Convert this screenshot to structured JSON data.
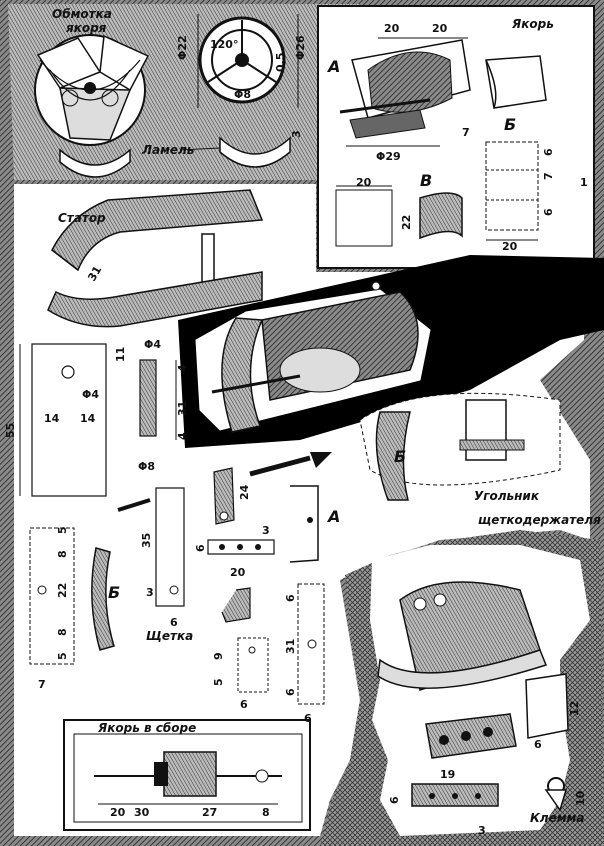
{
  "labels": {
    "winding": [
      "Обмотка",
      "якоря"
    ],
    "lamel": "Ламель",
    "yakor": "Якорь",
    "stator": "Статор",
    "ugolnik": [
      "Угольник",
      "щеткодержателя"
    ],
    "shchetka": "Щетка",
    "yakor_assembled": "Якорь в сборе",
    "klemma": "Клемма"
  },
  "letters": {
    "A": "А",
    "B": "Б",
    "V": "В"
  },
  "dims": {
    "d22": "Φ22",
    "d26": "Φ26",
    "a120": "120°",
    "d8": "Φ8",
    "v05": "0,5",
    "v3": "3",
    "y20a": "20",
    "y20b": "20",
    "d29": "Φ29",
    "v7": "7",
    "v6": "6",
    "v7b": "7",
    "v1": "1",
    "v6b": "6",
    "b20": "20",
    "b20w": "20",
    "v22": "22",
    "s31": "31",
    "d4": "Φ4",
    "d4b": "Φ4",
    "v11": "11",
    "h55": "55",
    "v14a": "14",
    "v14b": "14",
    "sp31": "31",
    "sp4": "4",
    "sp4b": "4",
    "sp8": "Φ8",
    "b5a": "5",
    "b8a": "8",
    "b22": "22",
    "b8b": "8",
    "b5b": "5",
    "b7": "7",
    "sh35": "35",
    "sh3": "3",
    "sh6": "6",
    "c24": "24",
    "c3": "3",
    "c6": "6",
    "c20": "20",
    "a6a": "6",
    "a31": "31",
    "a6b": "6",
    "a6c": "6",
    "g9": "9",
    "g5": "5",
    "g6": "6",
    "asm20": "20",
    "asm30": "30",
    "asm27": "27",
    "asm8": "8",
    "k12": "12",
    "k6": "6",
    "k19": "19",
    "k6b": "6",
    "k3": "3",
    "k10": "10"
  },
  "colors": {
    "ink": "#111111",
    "paper": "#ffffff",
    "shade": "#5a5a5a",
    "black": "#000000"
  }
}
